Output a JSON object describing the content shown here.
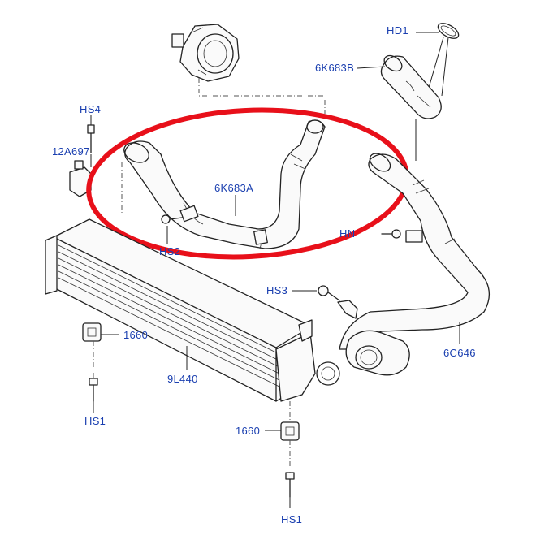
{
  "callouts": {
    "hd1": "HD1",
    "k683b": "6K683B",
    "hs4": "HS4",
    "a697": "12A697",
    "k683a": "6K683A",
    "hs2": "HS2",
    "hn": "HN",
    "hs3": "HS3",
    "c1660_top": "1660",
    "c646": "6C646",
    "l440": "9L440",
    "hs1_left": "HS1",
    "c1660_bottom": "1660",
    "hs1_bottom": "HS1"
  },
  "colors": {
    "label": "#1a3fb0",
    "highlight_ring": "#e8101a",
    "line": "#222222"
  }
}
